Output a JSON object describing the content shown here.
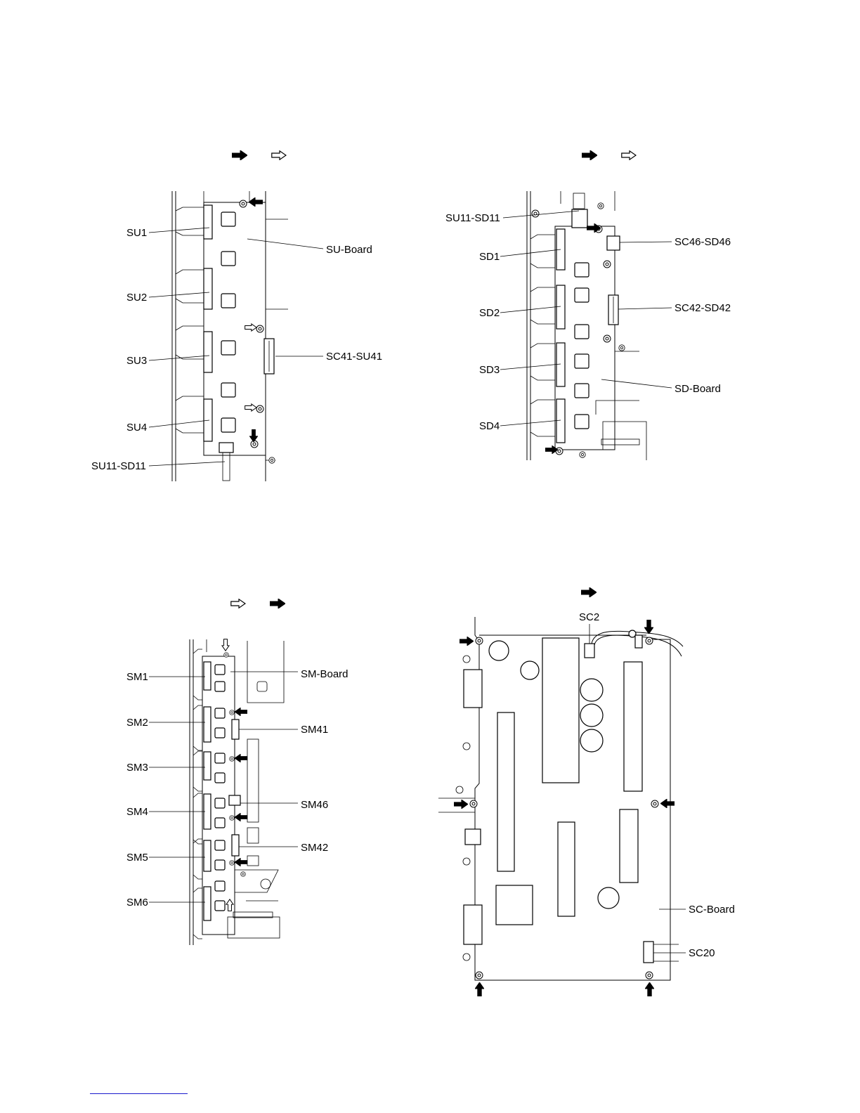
{
  "panels": [
    {
      "id": "su-board",
      "labels": {
        "su1": "SU1",
        "su2": "SU2",
        "su3": "SU3",
        "su4": "SU4",
        "su11": "SU11-SD11",
        "board": "SU-Board",
        "sc41": "SC41-SU41"
      }
    },
    {
      "id": "sd-board",
      "labels": {
        "su11": "SU11-SD11",
        "sd1": "SD1",
        "sd2": "SD2",
        "sd3": "SD3",
        "sd4": "SD4",
        "sc46": "SC46-SD46",
        "sc42": "SC42-SD42",
        "board": "SD-Board"
      }
    },
    {
      "id": "sm-board",
      "labels": {
        "sm1": "SM1",
        "sm2": "SM2",
        "sm3": "SM3",
        "sm4": "SM4",
        "sm5": "SM5",
        "sm6": "SM6",
        "board": "SM-Board",
        "sm41": "SM41",
        "sm46": "SM46",
        "sm42": "SM42"
      }
    },
    {
      "id": "sc-board",
      "labels": {
        "sc2": "SC2",
        "board": "SC-Board",
        "sc20": "SC20"
      }
    }
  ],
  "legend_icons": [
    "solid-arrow-icon",
    "hollow-arrow-icon"
  ]
}
